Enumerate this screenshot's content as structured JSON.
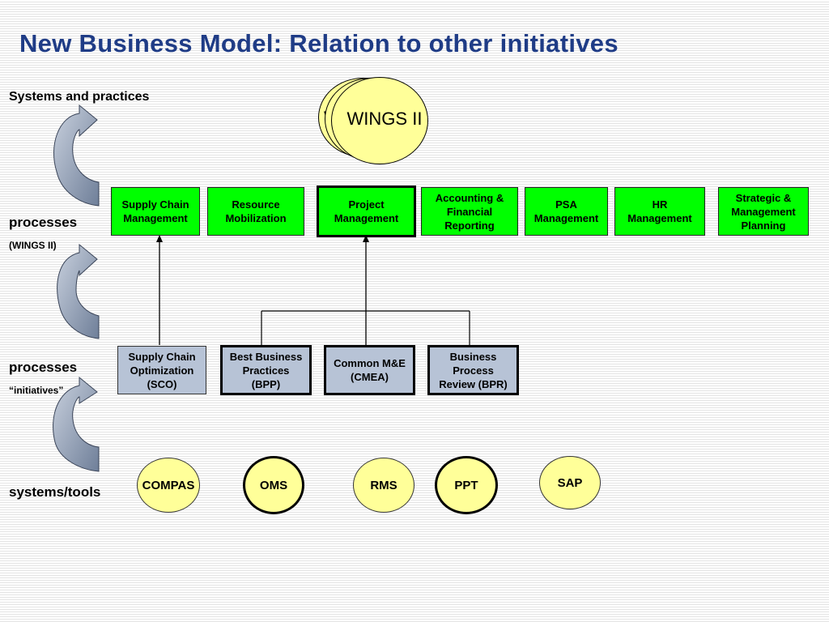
{
  "title": "New Business Model: Relation to other initiatives",
  "side_labels": {
    "systems_practices": "Systems and practices",
    "processes_1": "processes",
    "wings_ii_sub": "(WINGS II)",
    "processes_2": "processes",
    "initiatives_sub": "“initiatives”",
    "systems_tools": "systems/tools"
  },
  "wings": {
    "label": "WINGS II",
    "back_label_fragment": "W"
  },
  "wings_processes": [
    {
      "label": "Supply Chain\nManagement"
    },
    {
      "label": "Resource\nMobilization"
    },
    {
      "label": "Project\nManagement"
    },
    {
      "label": "Accounting &\nFinancial\nReporting"
    },
    {
      "label": "PSA\nManagement"
    },
    {
      "label": "HR\nManagement"
    },
    {
      "label": "Strategic &\nManagement\nPlanning"
    }
  ],
  "initiatives": [
    {
      "label": "Supply Chain\nOptimization\n(SCO)"
    },
    {
      "label": "Best Business\nPractices\n(BPP)"
    },
    {
      "label": "Common M&E\n(CMEA)"
    },
    {
      "label": "Business\nProcess\nReview (BPR)"
    }
  ],
  "systems_tools": [
    {
      "label": "COMPAS"
    },
    {
      "label": "OMS"
    },
    {
      "label": "RMS"
    },
    {
      "label": "PPT"
    },
    {
      "label": "SAP"
    }
  ],
  "colors": {
    "title": "#1f3c86",
    "process_box": "#00ff00",
    "initiative_box": "#b7c3d6",
    "tool_circle": "#ffff99",
    "curved_arrow": "#8c9ab3"
  }
}
